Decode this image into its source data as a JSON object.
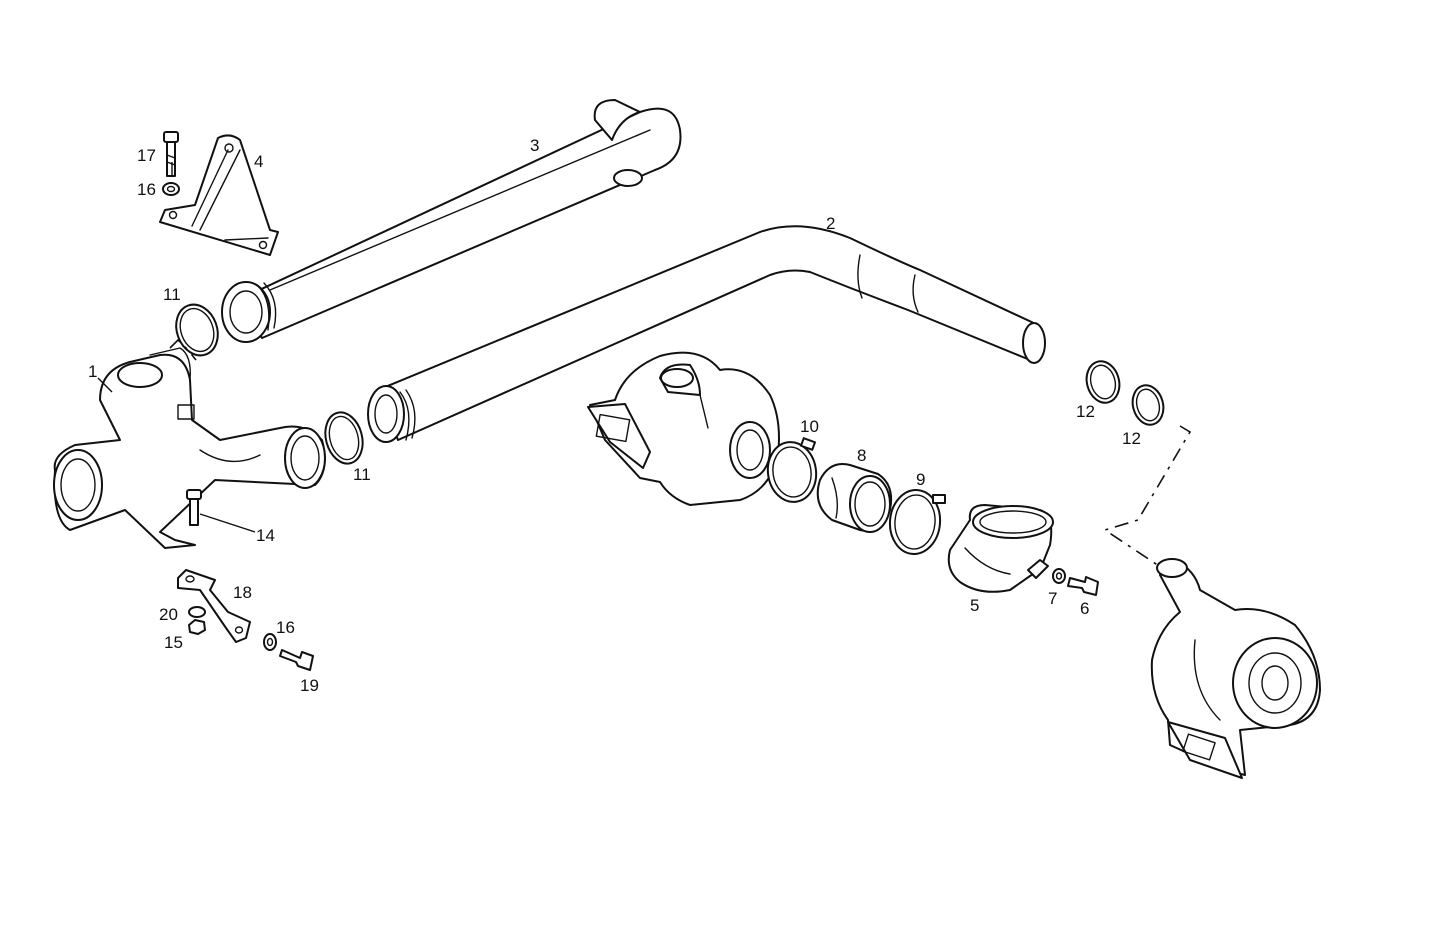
{
  "callouts": [
    {
      "id": "c1",
      "label": "1"
    },
    {
      "id": "c2",
      "label": "2"
    },
    {
      "id": "c3",
      "label": "3"
    },
    {
      "id": "c4",
      "label": "4"
    },
    {
      "id": "c5",
      "label": "5"
    },
    {
      "id": "c6",
      "label": "6"
    },
    {
      "id": "c7",
      "label": "7"
    },
    {
      "id": "c8",
      "label": "8"
    },
    {
      "id": "c9",
      "label": "9"
    },
    {
      "id": "c10",
      "label": "10"
    },
    {
      "id": "c11a",
      "label": "11"
    },
    {
      "id": "c11b",
      "label": "11"
    },
    {
      "id": "c12a",
      "label": "12"
    },
    {
      "id": "c12b",
      "label": "12"
    },
    {
      "id": "c14",
      "label": "14"
    },
    {
      "id": "c15",
      "label": "15"
    },
    {
      "id": "c16a",
      "label": "16"
    },
    {
      "id": "c16b",
      "label": "16"
    },
    {
      "id": "c17",
      "label": "17"
    },
    {
      "id": "c18",
      "label": "18"
    },
    {
      "id": "c19",
      "label": "19"
    },
    {
      "id": "c20",
      "label": "20"
    }
  ]
}
